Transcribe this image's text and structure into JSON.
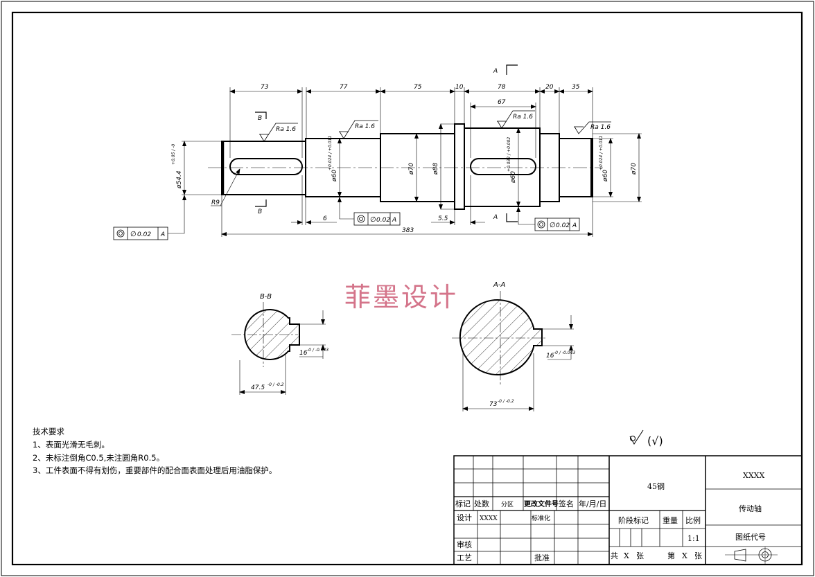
{
  "dims": {
    "d73": "73",
    "d77": "77",
    "d75": "75",
    "d10": "10",
    "d78": "78",
    "d20": "20",
    "d35": "35",
    "d67": "67",
    "d383": "383",
    "d6": "6",
    "d5_5": "5.5",
    "phi54": "ø54.4",
    "phi54_tol": "+0.05 / -0",
    "phi60a": "ø60",
    "phi60a_tol": "+0.024 / +0.011",
    "phi70a": "ø70",
    "phi88": "ø88",
    "phi60b": "ø60",
    "phi60b_tol": "+0.032 / +0.002",
    "phi60c": "ø60",
    "phi60c_tol": "+0.024 / +0.011",
    "phi70b": "ø70",
    "r9": "R9",
    "bb_label": "B-B",
    "aa_label": "A-A",
    "bb_width": "47.5",
    "bb_width_tol": "-0 / -0.2",
    "bb_key": "16",
    "bb_key_tol": "-0 / -0.043",
    "aa_width": "73",
    "aa_width_tol": "-0 / -0.2",
    "aa_key": "16",
    "aa_key_tol": "-0 / -0.043",
    "sec_a": "A",
    "sec_b": "B"
  },
  "roughness": {
    "ra1": "Ra 1.6",
    "ra2": "Ra 1.6",
    "ra3": "Ra 1.6",
    "ra4": "Ra 1.6"
  },
  "tolerance_frames": [
    {
      "value": "0.02",
      "datum": "A"
    },
    {
      "value": "0.02",
      "datum": "A"
    },
    {
      "value": "0.02",
      "datum": "A"
    }
  ],
  "watermark": "菲墨设计",
  "tech_requirements": {
    "title": "技术要求",
    "items": [
      "1、表面光滑无毛刺。",
      "2、未标注倒角C0.5,未注圆角R0.5。",
      "3、工件表面不得有划伤，重要部件的配合面表面处理后用油脂保护。"
    ]
  },
  "roughness_note": "(√)",
  "title_block": {
    "material": "45钢",
    "company": "XXXX",
    "part_name": "传动轴",
    "drawing_no_label": "图纸代号",
    "rev_headers": [
      "标记",
      "处数",
      "分区",
      "更改文件号",
      "签名",
      "年/月/日"
    ],
    "design_label": "设计",
    "designer": "XXXX",
    "standardize_label": "标准化",
    "review_label": "审核",
    "process_label": "工艺",
    "approve_label": "批准",
    "stage_label": "阶段标记",
    "weight_label": "重量",
    "scale_label": "比例",
    "scale": "1:1",
    "total_label": "共",
    "total_count": "X",
    "sheet_unit1": "张",
    "page_label": "第",
    "page_count": "X",
    "sheet_unit2": "张"
  }
}
